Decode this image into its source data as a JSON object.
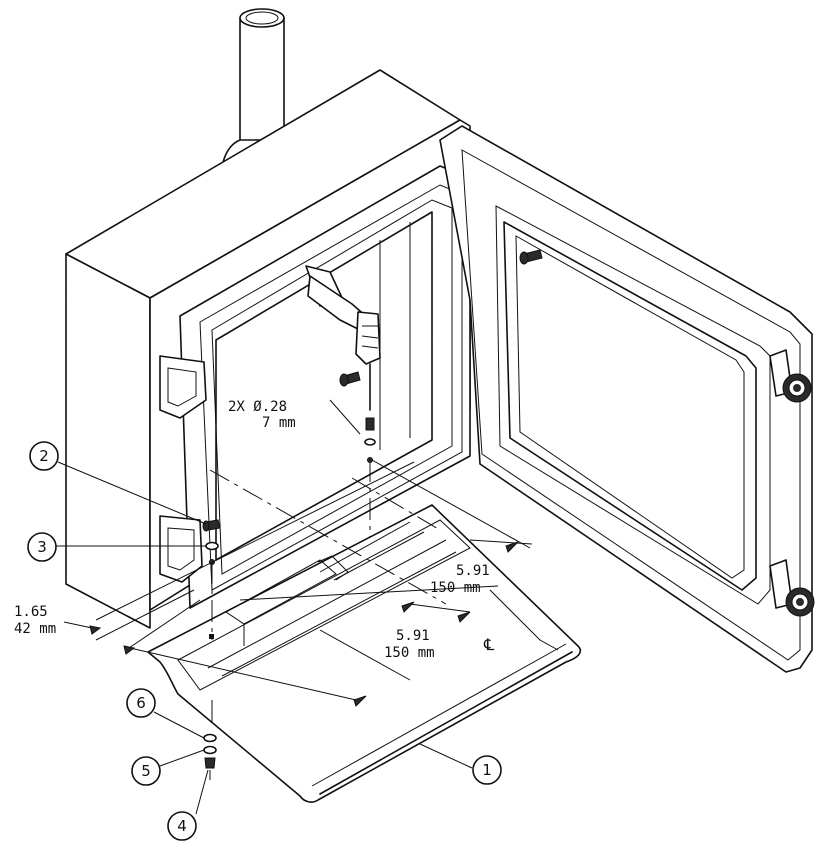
{
  "dimensions": {
    "hole_spec": "2X Ø.28",
    "hole_spec_metric": "7 mm",
    "right_offset_in": "5.91",
    "right_offset_mm": "150 mm",
    "left_offset_in": "5.91",
    "left_offset_mm": "150 mm",
    "edge_offset_in": "1.65",
    "edge_offset_mm": "42 mm",
    "centerline_symbol": "℄"
  },
  "callouts": [
    "1",
    "2",
    "3",
    "4",
    "5",
    "6"
  ],
  "colors": {
    "line": "#111111",
    "background": "#ffffff",
    "fill": "#2a2a2a"
  }
}
